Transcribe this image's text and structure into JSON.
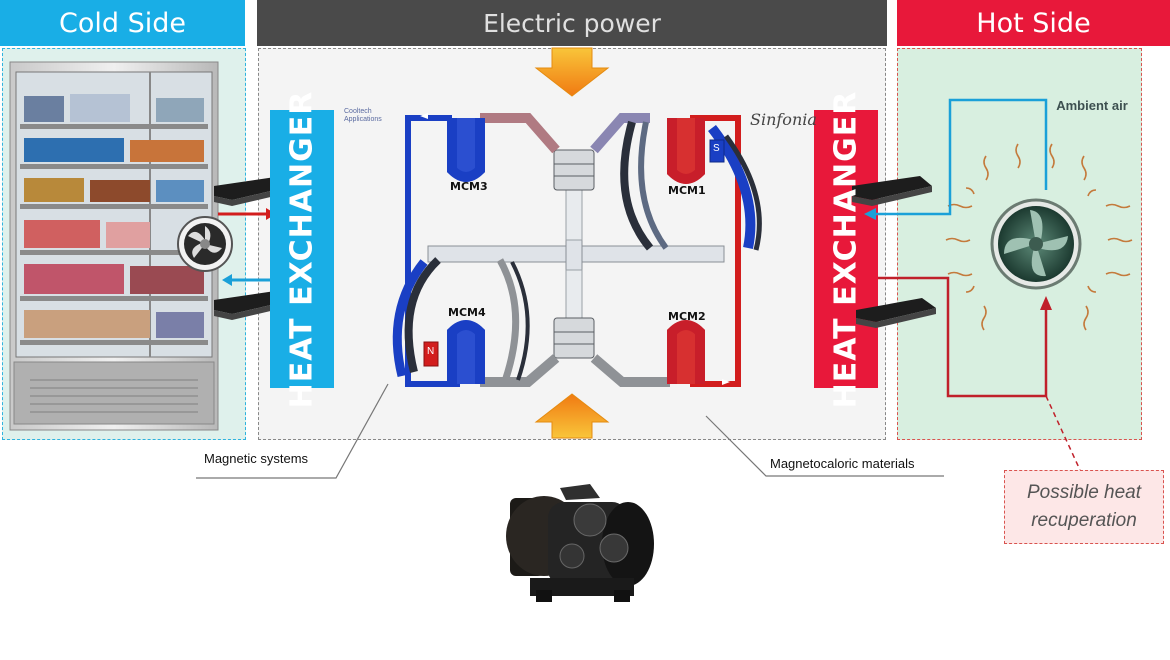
{
  "headers": {
    "cold": "Cold Side",
    "power": "Electric power",
    "hot": "Hot Side"
  },
  "heat_exchanger_left": "HEAT EXCHANGER",
  "heat_exchanger_right": "HEAT EXCHANGER",
  "mcm": {
    "mcm1": "MCM1",
    "mcm2": "MCM2",
    "mcm3": "MCM3",
    "mcm4": "MCM4"
  },
  "magnets": {
    "north": "N",
    "south": "S"
  },
  "logo_corner": [
    "Cooltech",
    "Applications"
  ],
  "signature": "Sinfonia",
  "ambient": "Ambient air",
  "callouts": {
    "magnetic_systems": "Magnetic systems",
    "magnetocaloric": "Magnetocaloric materials",
    "heat_recuperation": "Possible heat recuperation"
  },
  "colors": {
    "cold": "#19aee6",
    "hot": "#e8183a",
    "power_bar": "#4a4a4a",
    "cold_bg": "#dff1ec",
    "hot_bg": "#d8efe0",
    "blue_pipe": "#1a3fc4",
    "red_pipe": "#d21d1d",
    "arrow_orange": "#f7a21c"
  }
}
